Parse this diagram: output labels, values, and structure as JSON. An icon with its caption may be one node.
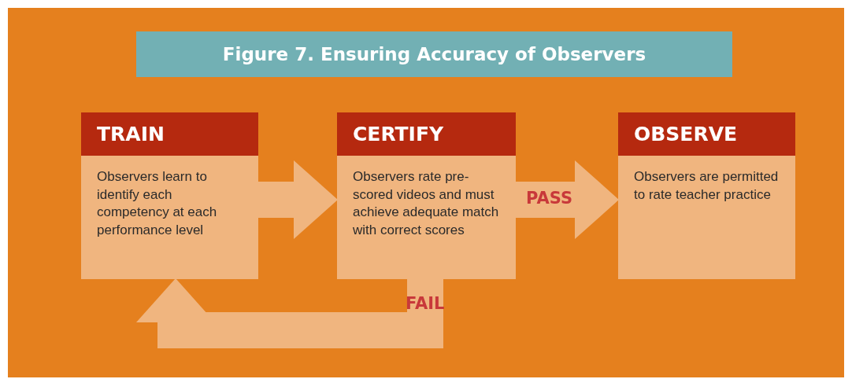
{
  "diagram": {
    "title": "Figure 7. Ensuring Accuracy of Observers",
    "nodes": [
      {
        "text": [
          "TRAIN",
          "Observers learn to identify each competency at each performance level"
        ]
      },
      {
        "text": [
          "CERTIFY",
          "Observers rate pre-scored videos and must achieve adequate match with correct scores"
        ]
      },
      {
        "text": [
          "OBSERVE",
          "Observers are permitted to rate teacher practice"
        ]
      }
    ],
    "edges": [
      {
        "from": 0,
        "to": 1,
        "arrow": "to"
      },
      {
        "from": 1,
        "to": 2,
        "arrow": "to",
        "label": "PASS"
      },
      {
        "from": 1,
        "to": 0,
        "arrow": "to",
        "label": "FAIL"
      }
    ]
  }
}
